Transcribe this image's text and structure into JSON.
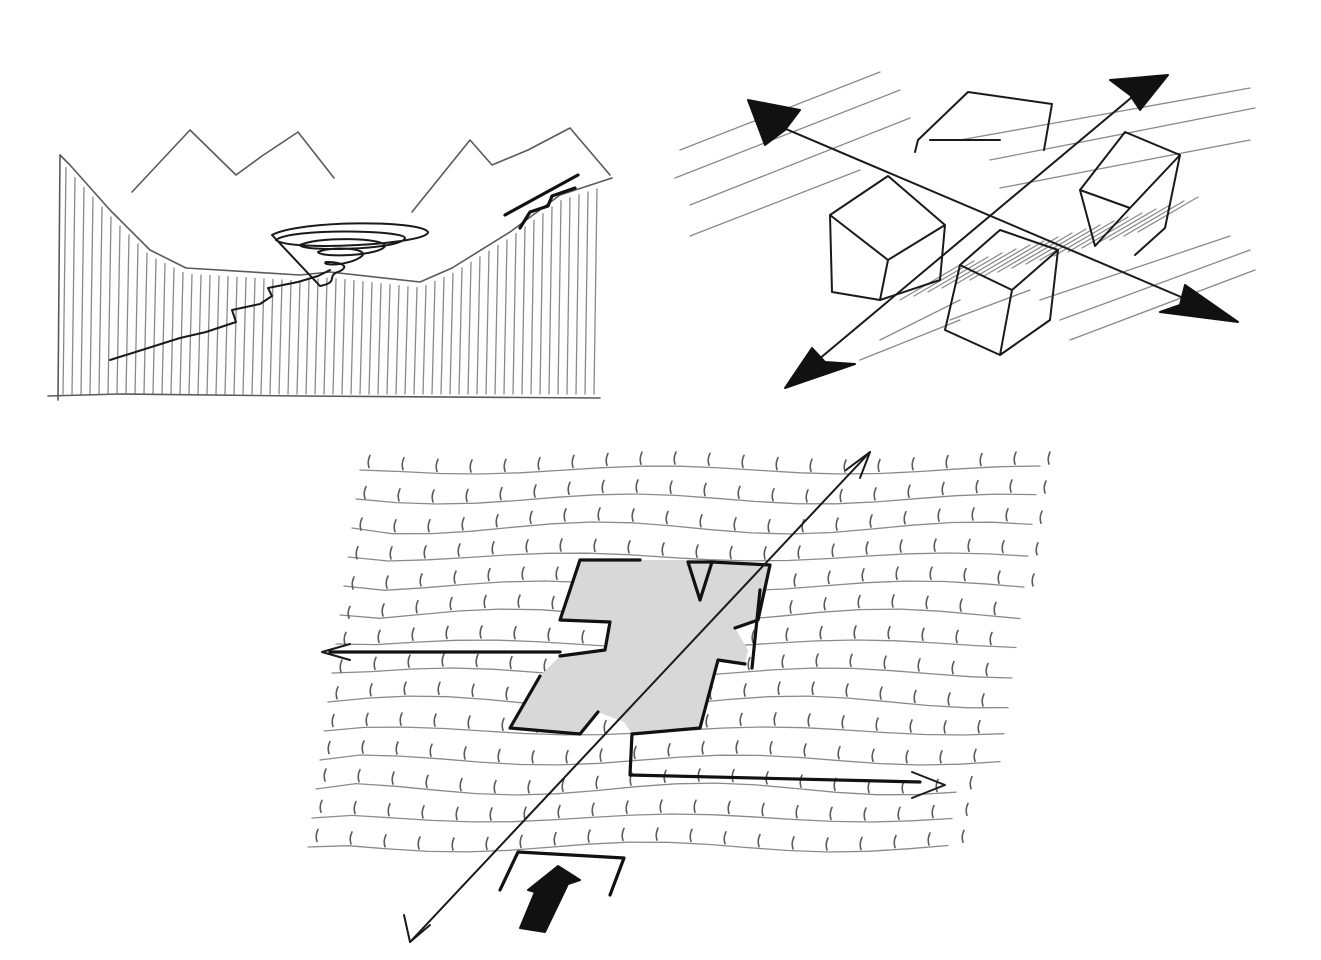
{
  "sketches": [
    {
      "id": "valley-sketch",
      "subject": "mountain-valley-section"
    },
    {
      "id": "cubes-sketch",
      "subject": "four-cubes-with-axis-arrows"
    },
    {
      "id": "plan-sketch",
      "subject": "h-shaped-plan-on-hatched-field"
    }
  ],
  "colors": {
    "paper": "#ffffff",
    "pencil": "#5a5a5a",
    "ink": "#111111"
  }
}
